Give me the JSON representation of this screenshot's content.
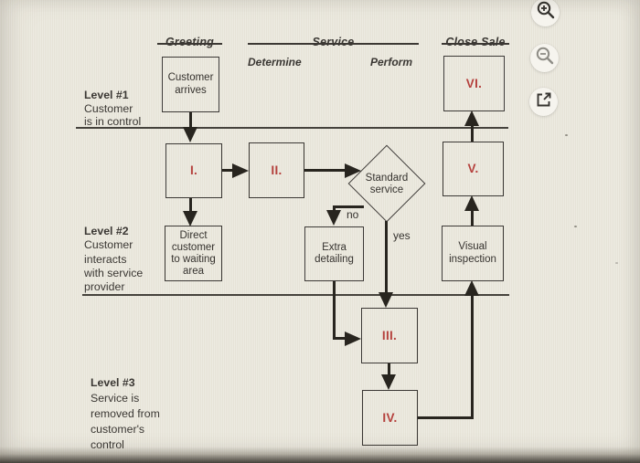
{
  "phases": {
    "greeting": "Greeting",
    "service": "Service",
    "close_sale": "Close Sale",
    "determine": "Determine",
    "perform": "Perform"
  },
  "levels": [
    {
      "title": "Level #1",
      "desc": "Customer\nis in control"
    },
    {
      "title": "Level #2",
      "desc": "Customer\ninteracts\nwith service\nprovider"
    },
    {
      "title": "Level #3",
      "desc": "Service is\nremoved from\ncustomer's\ncontrol"
    }
  ],
  "nodes": {
    "customer_arrives": "Customer\narrives",
    "step_i": "I.",
    "step_ii": "II.",
    "standard_service": "Standard\nservice",
    "direct_customer": "Direct\ncustomer\nto waiting\narea",
    "extra_detailing": "Extra\ndetailing",
    "visual_inspection": "Visual\ninspection",
    "step_iii": "III.",
    "step_iv": "IV.",
    "step_v": "V.",
    "step_vi": "VI."
  },
  "branch_labels": {
    "no": "no",
    "yes": "yes"
  },
  "toolbar": {
    "zoom_in": "zoom-in",
    "zoom_out": "zoom-out",
    "open_external": "open-external"
  },
  "colors": {
    "accent_red": "#b5413d",
    "line": "#28251f",
    "background": "#eae7dc"
  }
}
